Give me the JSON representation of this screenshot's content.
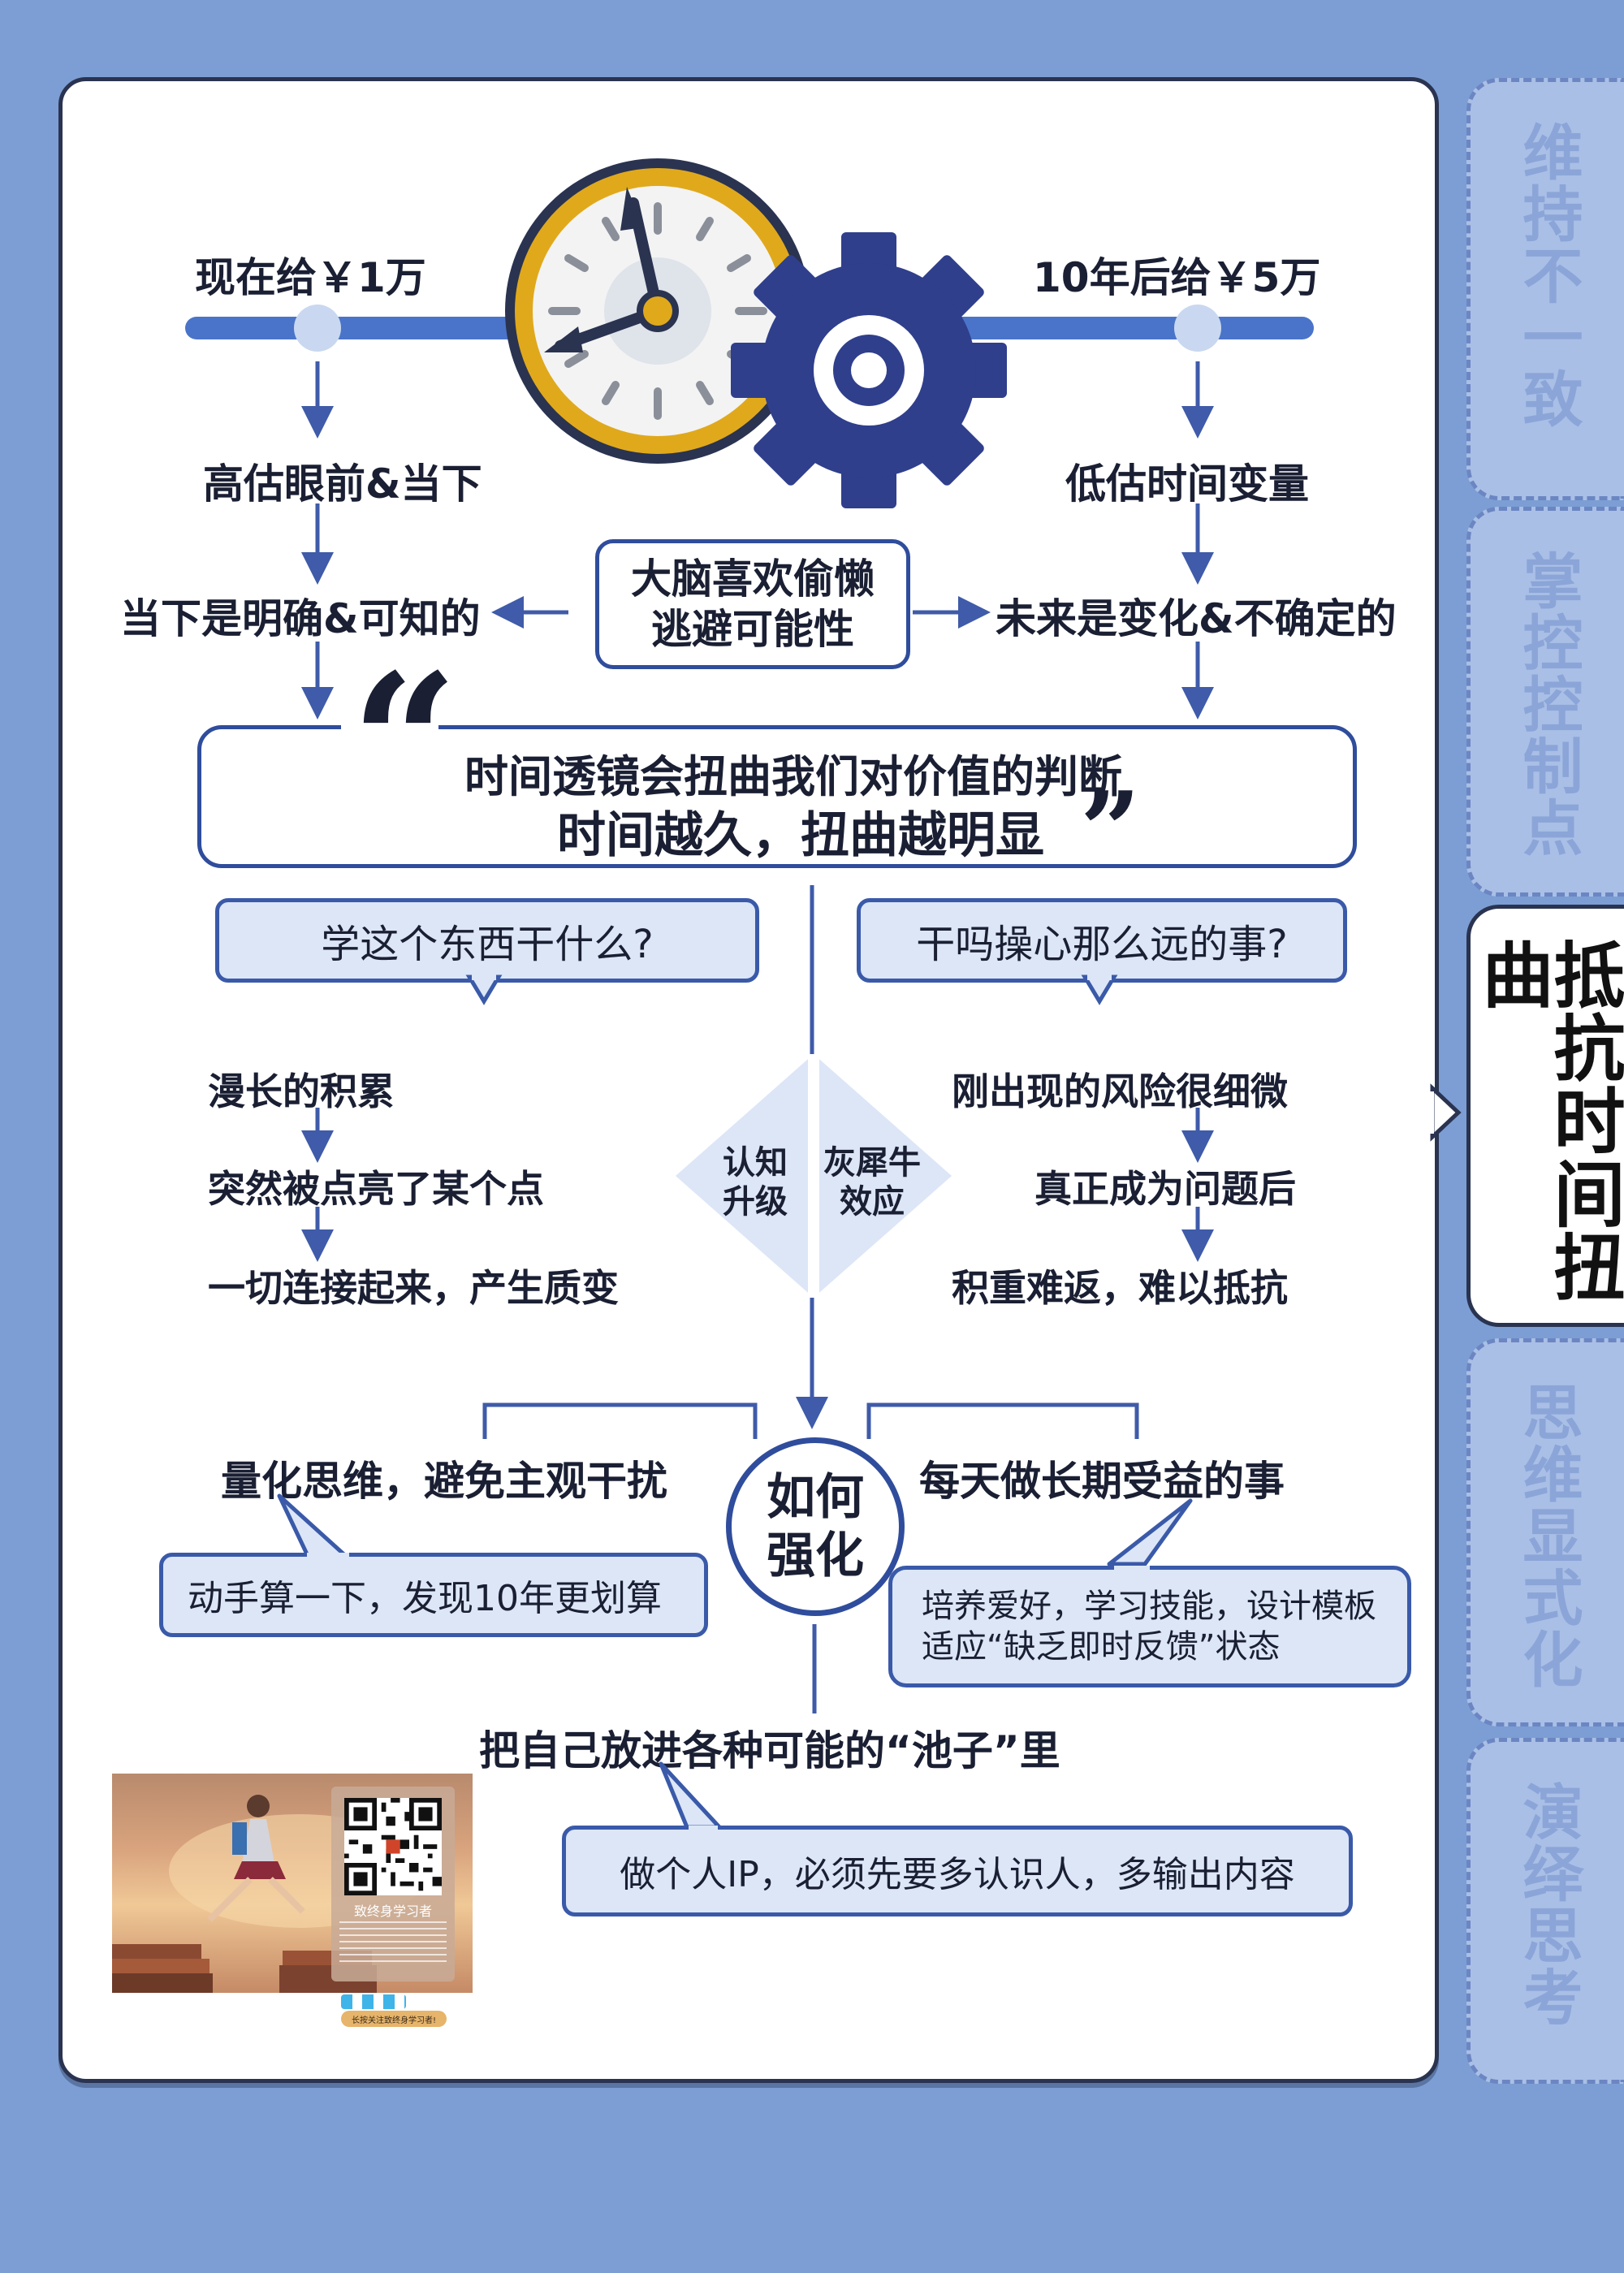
{
  "tabs": [
    {
      "label": "维持不一致",
      "active": false
    },
    {
      "label": "掌控控制点",
      "active": false
    },
    {
      "label": "抵抗时间扭曲",
      "active": true
    },
    {
      "label": "思维显式化",
      "active": false
    },
    {
      "label": "演绎思考",
      "active": false
    }
  ],
  "timeline": {
    "left_label": "现在给￥1万",
    "right_label": "10年后给￥5万"
  },
  "flow": {
    "left_1": "高估眼前&当下",
    "left_2": "当下是明确&可知的",
    "right_1": "低估时间变量",
    "right_2": "未来是变化&不确定的",
    "center_box_line1": "大脑喜欢偷懒",
    "center_box_line2": "逃避可能性"
  },
  "quote": {
    "open_mark": "“",
    "close_mark": "”",
    "line1": "时间透镜会扭曲我们对价值的判断",
    "line2": "时间越久，扭曲越明显"
  },
  "bubbles": {
    "left": "学这个东西干什么?",
    "right": "干吗操心那么远的事?"
  },
  "left_chain": [
    "漫长的积累",
    "突然被点亮了某个点",
    "一切连接起来，产生质变"
  ],
  "right_chain": [
    "刚出现的风险很细微",
    "真正成为问题后",
    "积重难返，难以抵抗"
  ],
  "diamond": {
    "left": "认知\n升级",
    "right": "灰犀牛\n效应"
  },
  "strengthen": {
    "center_line1": "如何",
    "center_line2": "强化",
    "left_title": "量化思维，避免主观干扰",
    "left_note": "动手算一下，发现10年更划算",
    "right_title": "每天做长期受益的事",
    "right_note_line1": "培养爱好，学习技能，设计模板",
    "right_note_line2": "适应“缺乏即时反馈”状态",
    "bottom_title": "把自己放进各种可能的“池子”里",
    "bottom_note": "做个人IP，必须先要多认识人，多输出内容"
  },
  "promo": {
    "qr_caption": "致终身学习者",
    "footer": "长按关注致终身学习者!"
  },
  "colors": {
    "background": "#7c9ed4",
    "accent": "#2f4d9c",
    "bar": "#4a74c9",
    "clock_rim": "#e0a91c",
    "gear": "#2f3f8c"
  },
  "icons": [
    "clock-icon",
    "gear-icon",
    "qr-code-icon",
    "arrow-icon"
  ]
}
